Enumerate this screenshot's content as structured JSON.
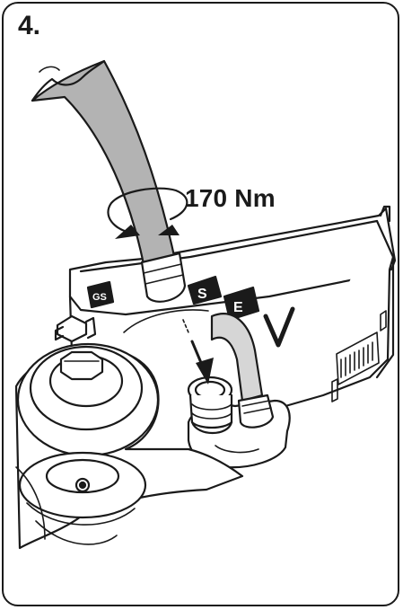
{
  "step_number": "4.",
  "torque_label": "170 Nm",
  "label_gs": "GS",
  "label_s": "S",
  "label_e": "E",
  "colors": {
    "outline": "#1a1a1a",
    "hose": "#b3b3b3",
    "background": "#ffffff"
  },
  "icons": {
    "rotation": "rotate-arrow-icon",
    "direction": "down-arrow-icon"
  }
}
